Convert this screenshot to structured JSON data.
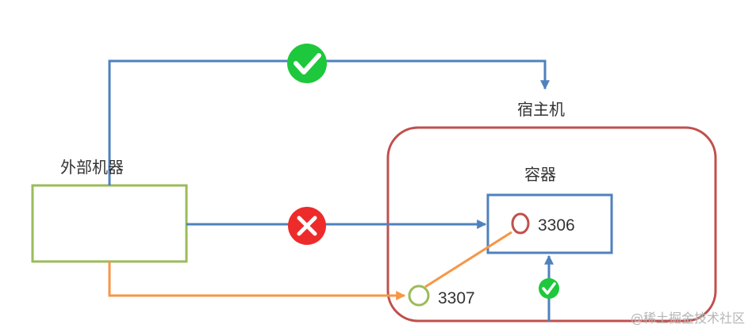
{
  "labels": {
    "host": "宿主机",
    "external": "外部机器",
    "container": "容器",
    "container_port": "3306",
    "host_port": "3307"
  },
  "watermark": "@稀土掘金技术社区",
  "icons": {
    "top_path": "check-circle-icon",
    "direct_path": "cross-circle-icon",
    "mapped_path": "check-circle-icon"
  },
  "colors": {
    "external_box": "#9bbb59",
    "host_box": "#c0504d",
    "container_box": "#4f81bd",
    "blue_line": "#4f81bd",
    "orange_line": "#f79646",
    "check_green": "#1ec83c",
    "cross_red": "#ee2b2b",
    "text": "#333333"
  }
}
